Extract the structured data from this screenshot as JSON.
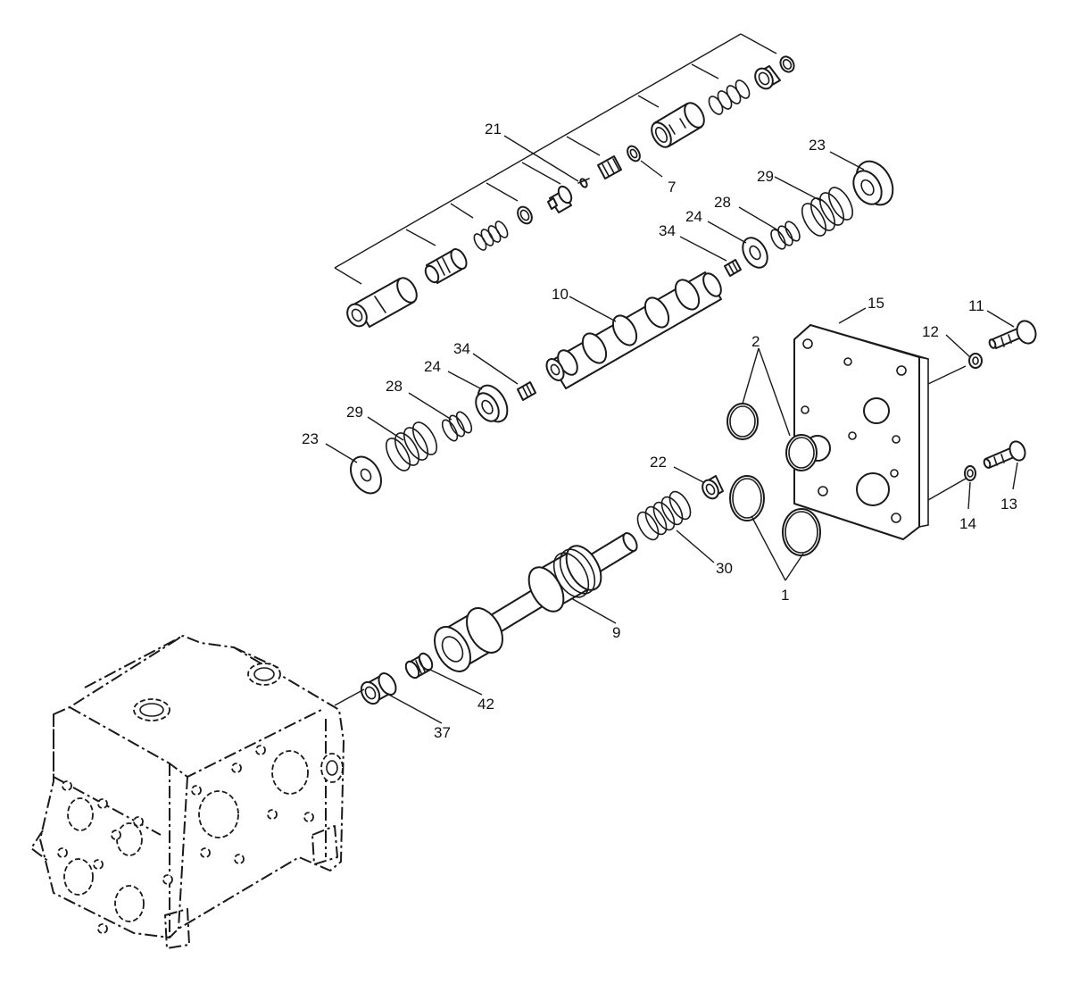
{
  "labels": {
    "l21": "21",
    "l7": "7",
    "l23a": "23",
    "l29a": "29",
    "l28a": "28",
    "l24a": "24",
    "l34a": "34",
    "l10": "10",
    "l15": "15",
    "l11": "11",
    "l12": "12",
    "l2": "2",
    "l34b": "34",
    "l24b": "24",
    "l28b": "28",
    "l29b": "29",
    "l23b": "23",
    "l22": "22",
    "l13": "13",
    "l14": "14",
    "l30": "30",
    "l1": "1",
    "l9": "9",
    "l42": "42",
    "l37": "37"
  }
}
